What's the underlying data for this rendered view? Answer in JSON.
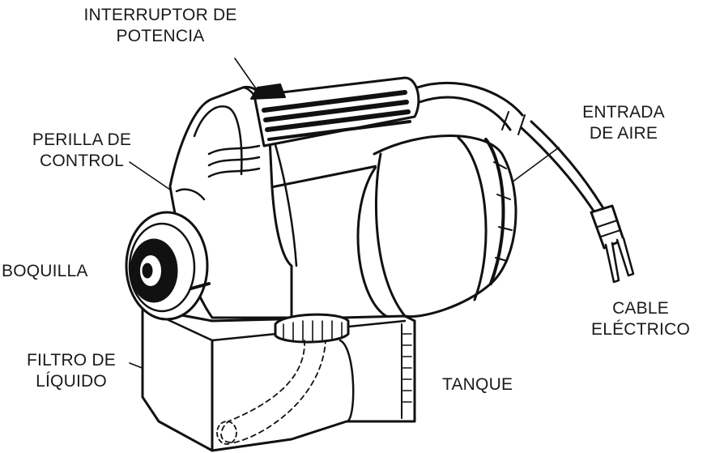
{
  "labels": {
    "power_switch": [
      "INTERRUPTOR DE",
      "POTENCIA"
    ],
    "control_knob": [
      "PERILLA DE",
      "CONTROL"
    ],
    "air_inlet": [
      "ENTRADA",
      "DE AIRE"
    ],
    "nozzle": [
      "BOQUILLA"
    ],
    "power_cord": [
      "CABLE",
      "ELÉCTRICO"
    ],
    "liquid_filter": [
      "FILTRO DE",
      "LÍQUIDO"
    ],
    "tank": [
      "TANQUE"
    ]
  },
  "colors": {
    "ink": "#111111",
    "background": "#ffffff"
  }
}
